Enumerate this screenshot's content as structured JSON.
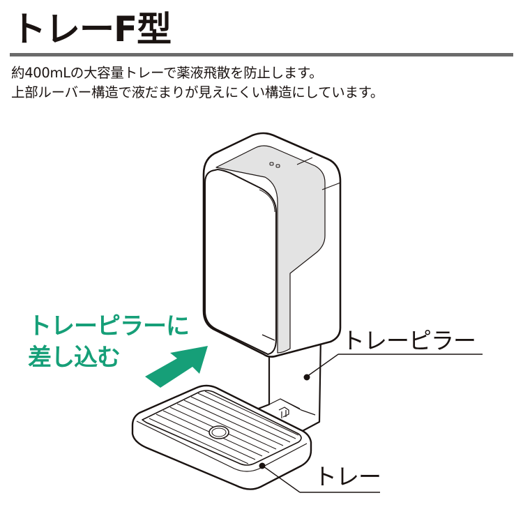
{
  "header": {
    "title": "トレーF型"
  },
  "description": {
    "lines": [
      "約400mLの大容量トレーで薬液飛散を防止します。",
      "上部ルーバー構造で液だまりが見えにくい構造にしています。"
    ]
  },
  "instruction": {
    "lines": [
      "トレーピラーに",
      "差し込む"
    ],
    "color": "#169f78",
    "icon": "arrow-up-right-icon"
  },
  "callouts": {
    "pillar": "トレーピラー",
    "tray": "トレー"
  },
  "colors": {
    "accent": "#169f78",
    "rule": "#6b6b6b",
    "device_shade": "#e3e3e3",
    "outline": "#1a1311"
  }
}
